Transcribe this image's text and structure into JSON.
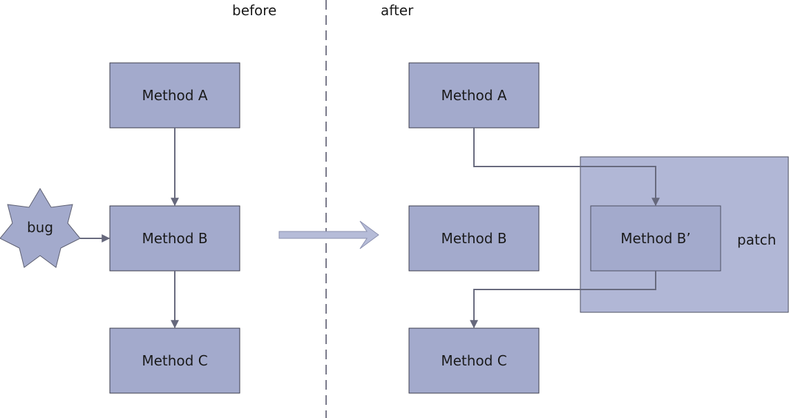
{
  "labels": {
    "before": "before",
    "after": "after",
    "patch": "patch",
    "bug": "bug"
  },
  "before_section": {
    "method_a": "Method A",
    "method_b": "Method B",
    "method_c": "Method C"
  },
  "after_section": {
    "method_a": "Method A",
    "method_b": "Method B",
    "method_b_prime": "Method B’",
    "method_c": "Method C"
  },
  "colors": {
    "box_fill": "#a3aacc",
    "patch_fill": "#b1b7d6",
    "connector": "#66687c",
    "divider": "#777788",
    "transition_arrow": "#b6bcd8"
  }
}
